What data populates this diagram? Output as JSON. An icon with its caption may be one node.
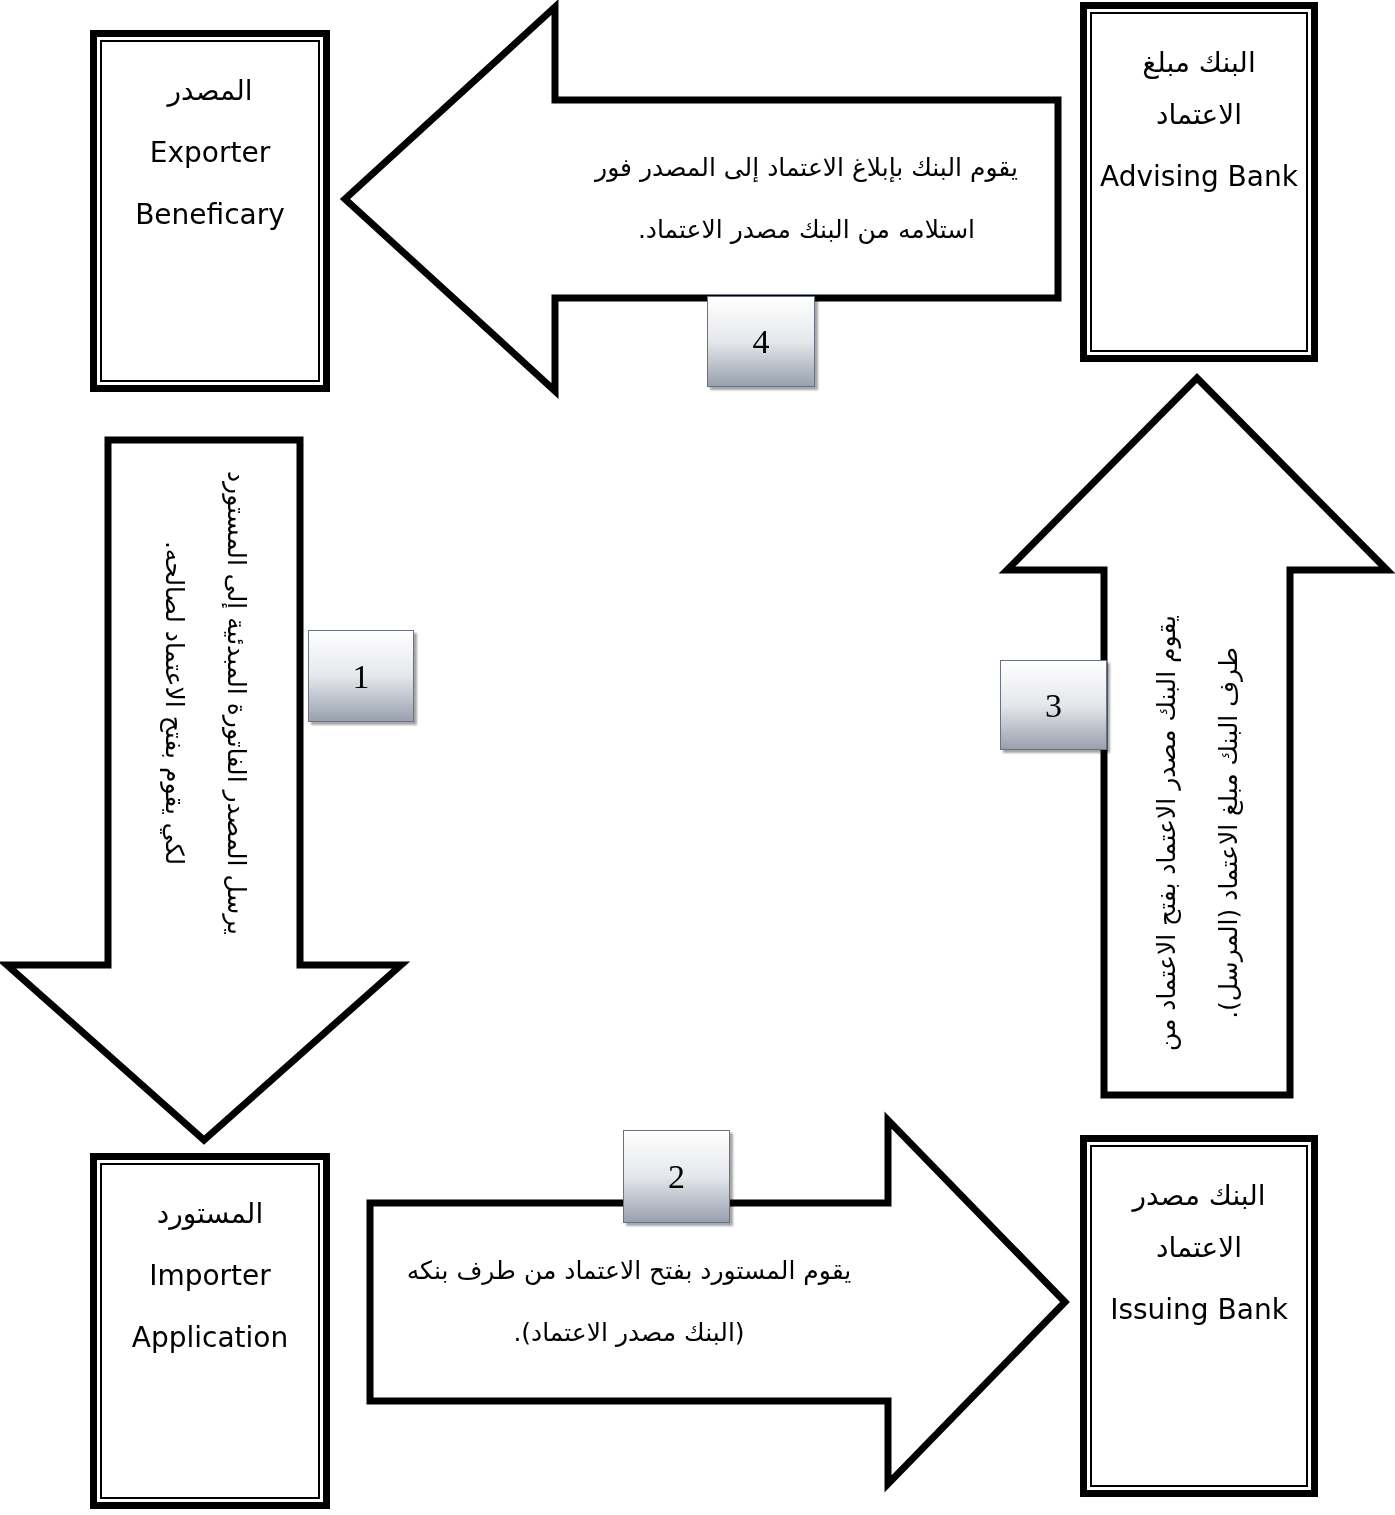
{
  "diagram": {
    "nodes": [
      {
        "text": [
          "المصدر",
          "Exporter",
          "Beneficary"
        ]
      },
      {
        "text": [
          "البنك مبلغ الاعتماد",
          "Advising Bank"
        ]
      },
      {
        "text": [
          "4"
        ]
      },
      {
        "text": [
          "1"
        ]
      },
      {
        "text": [
          "3"
        ]
      },
      {
        "text": [
          "المستورد",
          "Importer",
          "Application"
        ]
      },
      {
        "text": [
          "2"
        ]
      },
      {
        "text": [
          "البنك مصدر الاعتماد",
          "Issuing Bank"
        ]
      }
    ],
    "edges": [
      {
        "from": 0,
        "to": 5,
        "arrow": "to",
        "label": "يرسل المصدر الفاتورة المبدئية إلى المستورد لكي يقوم بفتح الاعتماد لصالحه."
      },
      {
        "from": 5,
        "to": 7,
        "arrow": "to",
        "label": "يقوم المستورد بفتح الاعتماد من طرف بنكه (البنك مصدر الاعتماد)."
      },
      {
        "from": 7,
        "to": 1,
        "arrow": "to",
        "label": "يقوم البنك مصدر الاعتماد بفتح الاعتماد من طرف البنك مبلغ الاعتماد (المرسل)."
      },
      {
        "from": 1,
        "to": 0,
        "arrow": "to",
        "label": "يقوم البنك بإبلاغ الاعتماد إلى المصدر فور استلامه من البنك مصدر الاعتماد."
      }
    ]
  }
}
